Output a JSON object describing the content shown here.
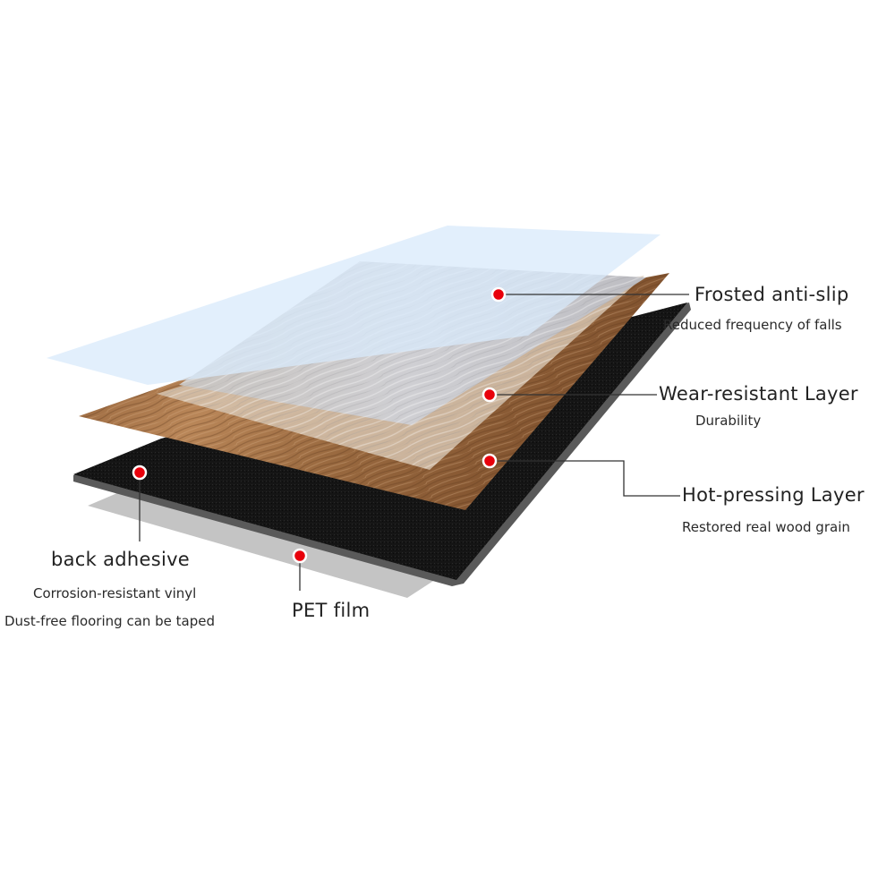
{
  "diagram": {
    "type": "exploded-layer-diagram",
    "subject": "vinyl plank flooring layers",
    "colors": {
      "background": "#ffffff",
      "frosted_layer": "#d8e9fb",
      "wear_layer_surface": "#c9c9cb",
      "wood_grain_light": "#c79b6e",
      "wood_grain_dark": "#8a5a33",
      "back_adhesive": "#141414",
      "back_adhesive_edge": "#555555",
      "pet_film": "#c4c4c4",
      "marker": "#e8000b",
      "leader_line": "#333333",
      "text": "#222222"
    },
    "layers": [
      {
        "id": "frosted",
        "title": "Frosted anti-slip",
        "subtitle": "Reduced frequency of falls"
      },
      {
        "id": "wear",
        "title": "Wear-resistant Layer",
        "subtitle": "Durability"
      },
      {
        "id": "hot",
        "title": "Hot-pressing Layer",
        "subtitle": "Restored real wood grain"
      },
      {
        "id": "adhesive",
        "title": "back adhesive",
        "subtitle_lines": [
          "Corrosion-resistant vinyl",
          "Dust-free flooring can be taped"
        ]
      },
      {
        "id": "pet",
        "title": "PET film"
      }
    ]
  }
}
